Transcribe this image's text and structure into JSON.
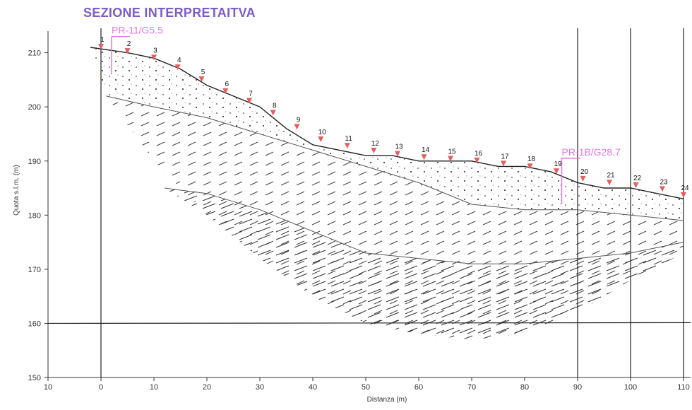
{
  "title": "SEZIONE INTERPRETAITVA",
  "colors": {
    "title": "#7b5cc8",
    "marker": "#e06060",
    "borehole": "#e27ad9",
    "line": "#333333"
  },
  "axes": {
    "xlabel": "Distanza (m)",
    "ylabel": "Quota s.l.m. (m)",
    "xlim": [
      -10,
      110
    ],
    "ylim": [
      150,
      214
    ],
    "xticks": [
      "10",
      "0",
      "10",
      "20",
      "30",
      "40",
      "50",
      "60",
      "70",
      "80",
      "90",
      "100",
      "110"
    ],
    "xtick_values": [
      -10,
      0,
      10,
      20,
      30,
      40,
      50,
      60,
      70,
      80,
      90,
      100,
      110
    ],
    "yticks": [
      "150",
      "160",
      "170",
      "180",
      "190",
      "200",
      "210"
    ],
    "ytick_values": [
      150,
      160,
      170,
      180,
      190,
      200,
      210
    ]
  },
  "chart_data": {
    "type": "line",
    "title": "SEZIONE INTERPRETAITVA",
    "xlabel": "Distanza (m)",
    "ylabel": "Quota s.l.m. (m)",
    "xlim": [
      -10,
      110
    ],
    "ylim": [
      150,
      214
    ],
    "surface": [
      [
        -2,
        211
      ],
      [
        5,
        210
      ],
      [
        10,
        209
      ],
      [
        15,
        207
      ],
      [
        20,
        204
      ],
      [
        25,
        202
      ],
      [
        30,
        200
      ],
      [
        35,
        196
      ],
      [
        40,
        193
      ],
      [
        45,
        192
      ],
      [
        50,
        191
      ],
      [
        55,
        191
      ],
      [
        60,
        190
      ],
      [
        65,
        190
      ],
      [
        70,
        190
      ],
      [
        75,
        189
      ],
      [
        80,
        189
      ],
      [
        85,
        188
      ],
      [
        90,
        186
      ],
      [
        95,
        185
      ],
      [
        100,
        185
      ],
      [
        105,
        184
      ],
      [
        110,
        183
      ]
    ],
    "geophones": [
      {
        "label": "1",
        "x": 0,
        "y": 210.6
      },
      {
        "label": "2",
        "x": 5,
        "y": 209.8
      },
      {
        "label": "3",
        "x": 10,
        "y": 208.6
      },
      {
        "label": "4",
        "x": 14.5,
        "y": 206.8
      },
      {
        "label": "5",
        "x": 19,
        "y": 204.6
      },
      {
        "label": "6",
        "x": 23.5,
        "y": 202.4
      },
      {
        "label": "7",
        "x": 28,
        "y": 200.6
      },
      {
        "label": "8",
        "x": 32.5,
        "y": 198.4
      },
      {
        "label": "9",
        "x": 37,
        "y": 195.8
      },
      {
        "label": "10",
        "x": 41.5,
        "y": 193.5
      },
      {
        "label": "11",
        "x": 46.5,
        "y": 192.3
      },
      {
        "label": "12",
        "x": 51.5,
        "y": 191.4
      },
      {
        "label": "13",
        "x": 56,
        "y": 190.8
      },
      {
        "label": "14",
        "x": 61,
        "y": 190.2
      },
      {
        "label": "15",
        "x": 66,
        "y": 189.9
      },
      {
        "label": "16",
        "x": 71,
        "y": 189.6
      },
      {
        "label": "17",
        "x": 76,
        "y": 189.0
      },
      {
        "label": "18",
        "x": 81,
        "y": 188.5
      },
      {
        "label": "19",
        "x": 86,
        "y": 187.6
      },
      {
        "label": "20",
        "x": 91,
        "y": 186.2
      },
      {
        "label": "21",
        "x": 96,
        "y": 185.5
      },
      {
        "label": "22",
        "x": 101,
        "y": 185.0
      },
      {
        "label": "23",
        "x": 106,
        "y": 184.3
      },
      {
        "label": "24",
        "x": 110,
        "y": 183.2
      }
    ],
    "boundary1": [
      [
        1,
        202
      ],
      [
        10,
        200
      ],
      [
        20,
        198
      ],
      [
        30,
        195
      ],
      [
        40,
        192
      ],
      [
        50,
        189
      ],
      [
        60,
        186
      ],
      [
        70,
        182
      ],
      [
        80,
        181
      ],
      [
        90,
        181
      ],
      [
        100,
        180
      ],
      [
        110,
        179
      ]
    ],
    "boundary2": [
      [
        12,
        185
      ],
      [
        20,
        184
      ],
      [
        30,
        181
      ],
      [
        40,
        177
      ],
      [
        50,
        173
      ],
      [
        60,
        172
      ],
      [
        70,
        171
      ],
      [
        80,
        171
      ],
      [
        90,
        172
      ],
      [
        100,
        173
      ],
      [
        110,
        175
      ]
    ],
    "layer_bottom": [
      [
        1,
        202
      ],
      [
        10,
        190
      ],
      [
        20,
        180
      ],
      [
        30,
        172
      ],
      [
        40,
        165
      ],
      [
        50,
        160
      ],
      [
        60,
        158
      ],
      [
        70,
        157
      ],
      [
        80,
        158
      ],
      [
        90,
        162
      ],
      [
        100,
        168
      ],
      [
        110,
        173
      ]
    ],
    "baseline_y": 160,
    "verticals_x": [
      0,
      90,
      100,
      110
    ],
    "boreholes": [
      {
        "label": "PR-11/G5.5",
        "x": 2,
        "top": 213,
        "bottom": 206
      },
      {
        "label": "PR-1B/G28.7",
        "x": 87,
        "top": 190.5,
        "bottom": 182
      }
    ]
  }
}
